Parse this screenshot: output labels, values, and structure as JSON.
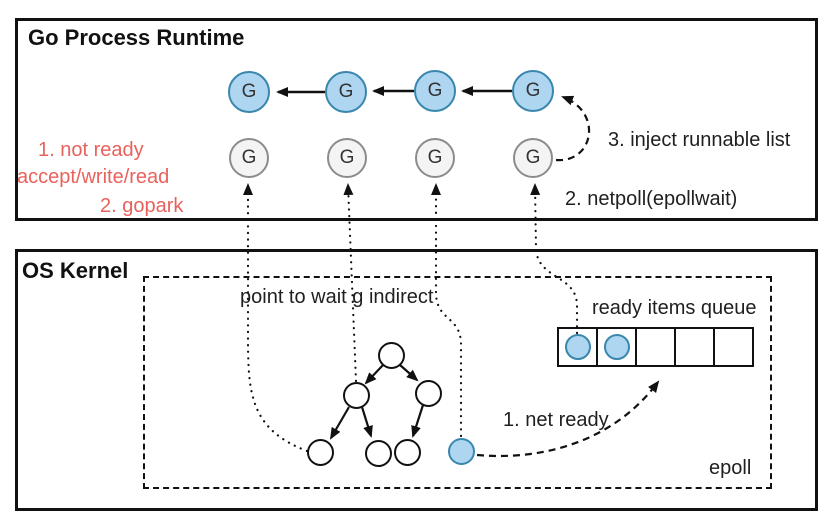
{
  "runtime": {
    "title": "Go Process Runtime",
    "goroutine_label": "G",
    "note_1": "1. not ready",
    "note_2": "accept/write/read",
    "note_3": "2. gopark",
    "label_inject": "3. inject runnable list",
    "label_netpoll": "2. netpoll(epollwait)"
  },
  "kernel": {
    "title": "OS Kernel",
    "label_point_to_wait": "point to wait g indirect",
    "label_ready_queue": "ready items queue",
    "label_net_ready": "1. net ready",
    "label_epoll": "epoll",
    "queue": {
      "cell_count": 5,
      "filled_count": 2
    }
  },
  "colors": {
    "ready_goroutine_fill": "#AED6F1",
    "ready_goroutine_stroke": "#3A87AD",
    "waiting_goroutine_fill": "#F4F4F4",
    "waiting_goroutine_stroke": "#8C8C8C",
    "annotation_red": "#E8625C",
    "line_black": "#111111"
  }
}
